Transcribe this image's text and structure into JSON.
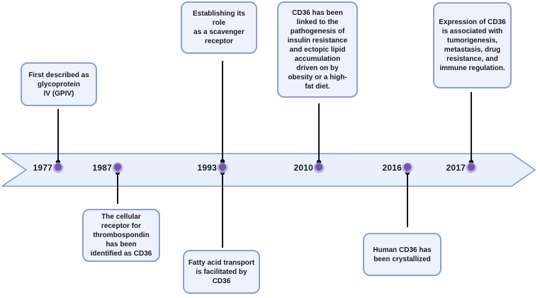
{
  "figure": {
    "kind": "horizontal-arrow-timeline",
    "subject": "CD36"
  },
  "colors": {
    "background": "#ffffff",
    "band_fill": "#e9effb",
    "band_border": "#7e98d0",
    "callout_fill": "#edf2fc",
    "callout_border": "#8c9ed8",
    "marker_inner": "#7857a8",
    "marker_halo": "#a8aee1",
    "connector_line": "#141414",
    "text": "#1b1b1d"
  },
  "timeline": {
    "years": [
      {
        "label": "1977"
      },
      {
        "label": "1987"
      },
      {
        "label": "1993"
      },
      {
        "label": "2010"
      },
      {
        "label": "2016"
      },
      {
        "label": "2017"
      }
    ]
  },
  "callouts": [
    {
      "year": "1977",
      "side": "above",
      "text": "First described as\nglycoprotein\nIV (GPIV)"
    },
    {
      "year": "1987",
      "side": "below",
      "text": "The cellular\nreceptor for\nthrombospondin\nhas been\nidentified as CD36"
    },
    {
      "year": "1993",
      "side": "above",
      "text": "Establishing its role\nas a scavenger\nreceptor"
    },
    {
      "year": "1993",
      "side": "below",
      "text": "Fatty acid transport\nis facilitated by\nCD36"
    },
    {
      "year": "2010",
      "side": "above",
      "text": "CD36 has been\nlinked to the\npathogenesis of\ninsulin resistance\nand ectopic lipid\naccumulation\ndriven on by\nobesity or a high-\nfat diet."
    },
    {
      "year": "2016",
      "side": "below",
      "text": "Human CD36 has\nbeen crystallized"
    },
    {
      "year": "2017",
      "side": "above",
      "text": "Expression of CD36\nis associated with\ntumorigenesis,\nmetastasis, drug\nresistance, and\nimmune regulation."
    }
  ]
}
